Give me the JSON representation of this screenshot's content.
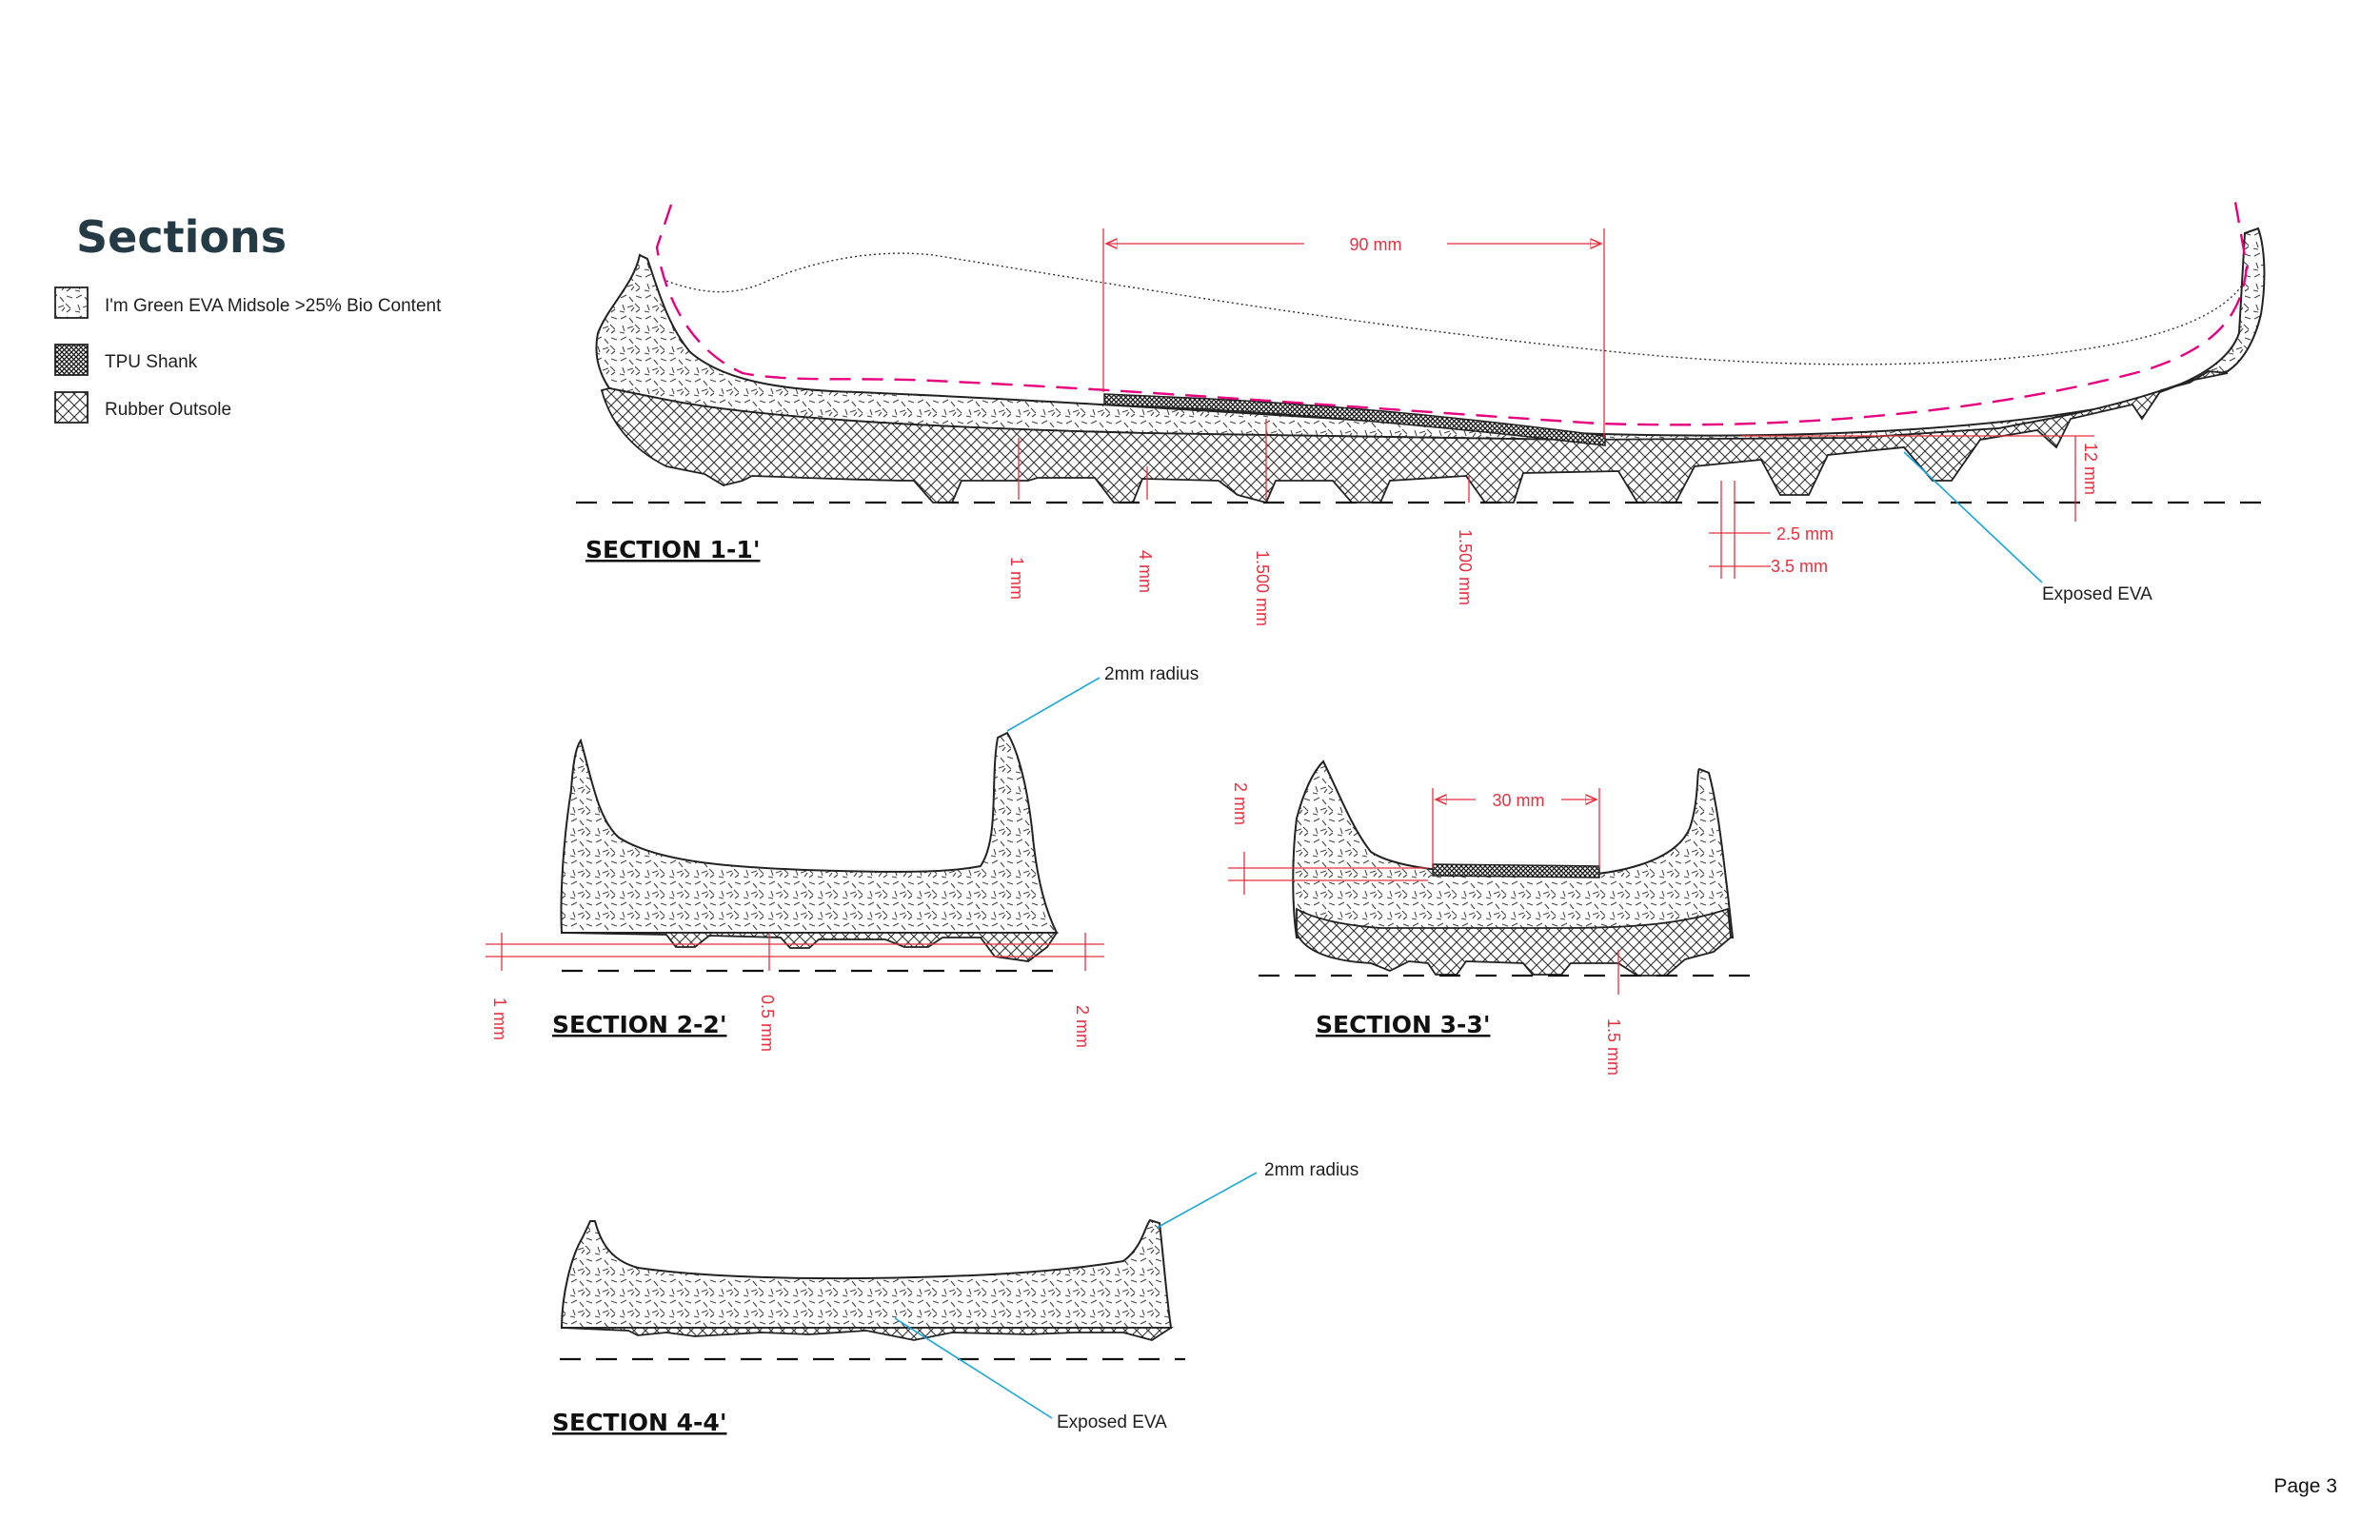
{
  "title": "Sections",
  "legend": [
    {
      "label": "I'm Green EVA Midsole >25% Bio Content",
      "pattern": "eva-hatch"
    },
    {
      "label": "TPU Shank",
      "pattern": "tpu-crosshatch"
    },
    {
      "label": "Rubber Outsole",
      "pattern": "rubber-diamond"
    }
  ],
  "sections": {
    "s1": {
      "label": "SECTION 1-1'",
      "dims": {
        "d90": "90 mm",
        "d1": "1 mm",
        "d4": "4 mm",
        "d1500a": "1.500 mm",
        "d1500b": "1.500 mm",
        "d12": "12 mm",
        "d25": "2.5 mm",
        "d35": "3.5 mm"
      },
      "note_exposed": "Exposed EVA"
    },
    "s2": {
      "label": "SECTION 2-2'",
      "note_radius": "2mm radius",
      "dims": {
        "d1": "1 mm",
        "d05": "0.5 mm",
        "d2": "2 mm"
      }
    },
    "s3": {
      "label": "SECTION 3-3'",
      "dims": {
        "d2": "2 mm",
        "d30": "30 mm",
        "d15": "1.5 mm"
      }
    },
    "s4": {
      "label": "SECTION 4-4'",
      "note_radius": "2mm radius",
      "note_exposed": "Exposed EVA"
    }
  },
  "page": "Page 3",
  "colors": {
    "dimension": "#e8303f",
    "last_line": "#e6007e",
    "leader": "#1aa6d8",
    "title": "#243a44"
  }
}
